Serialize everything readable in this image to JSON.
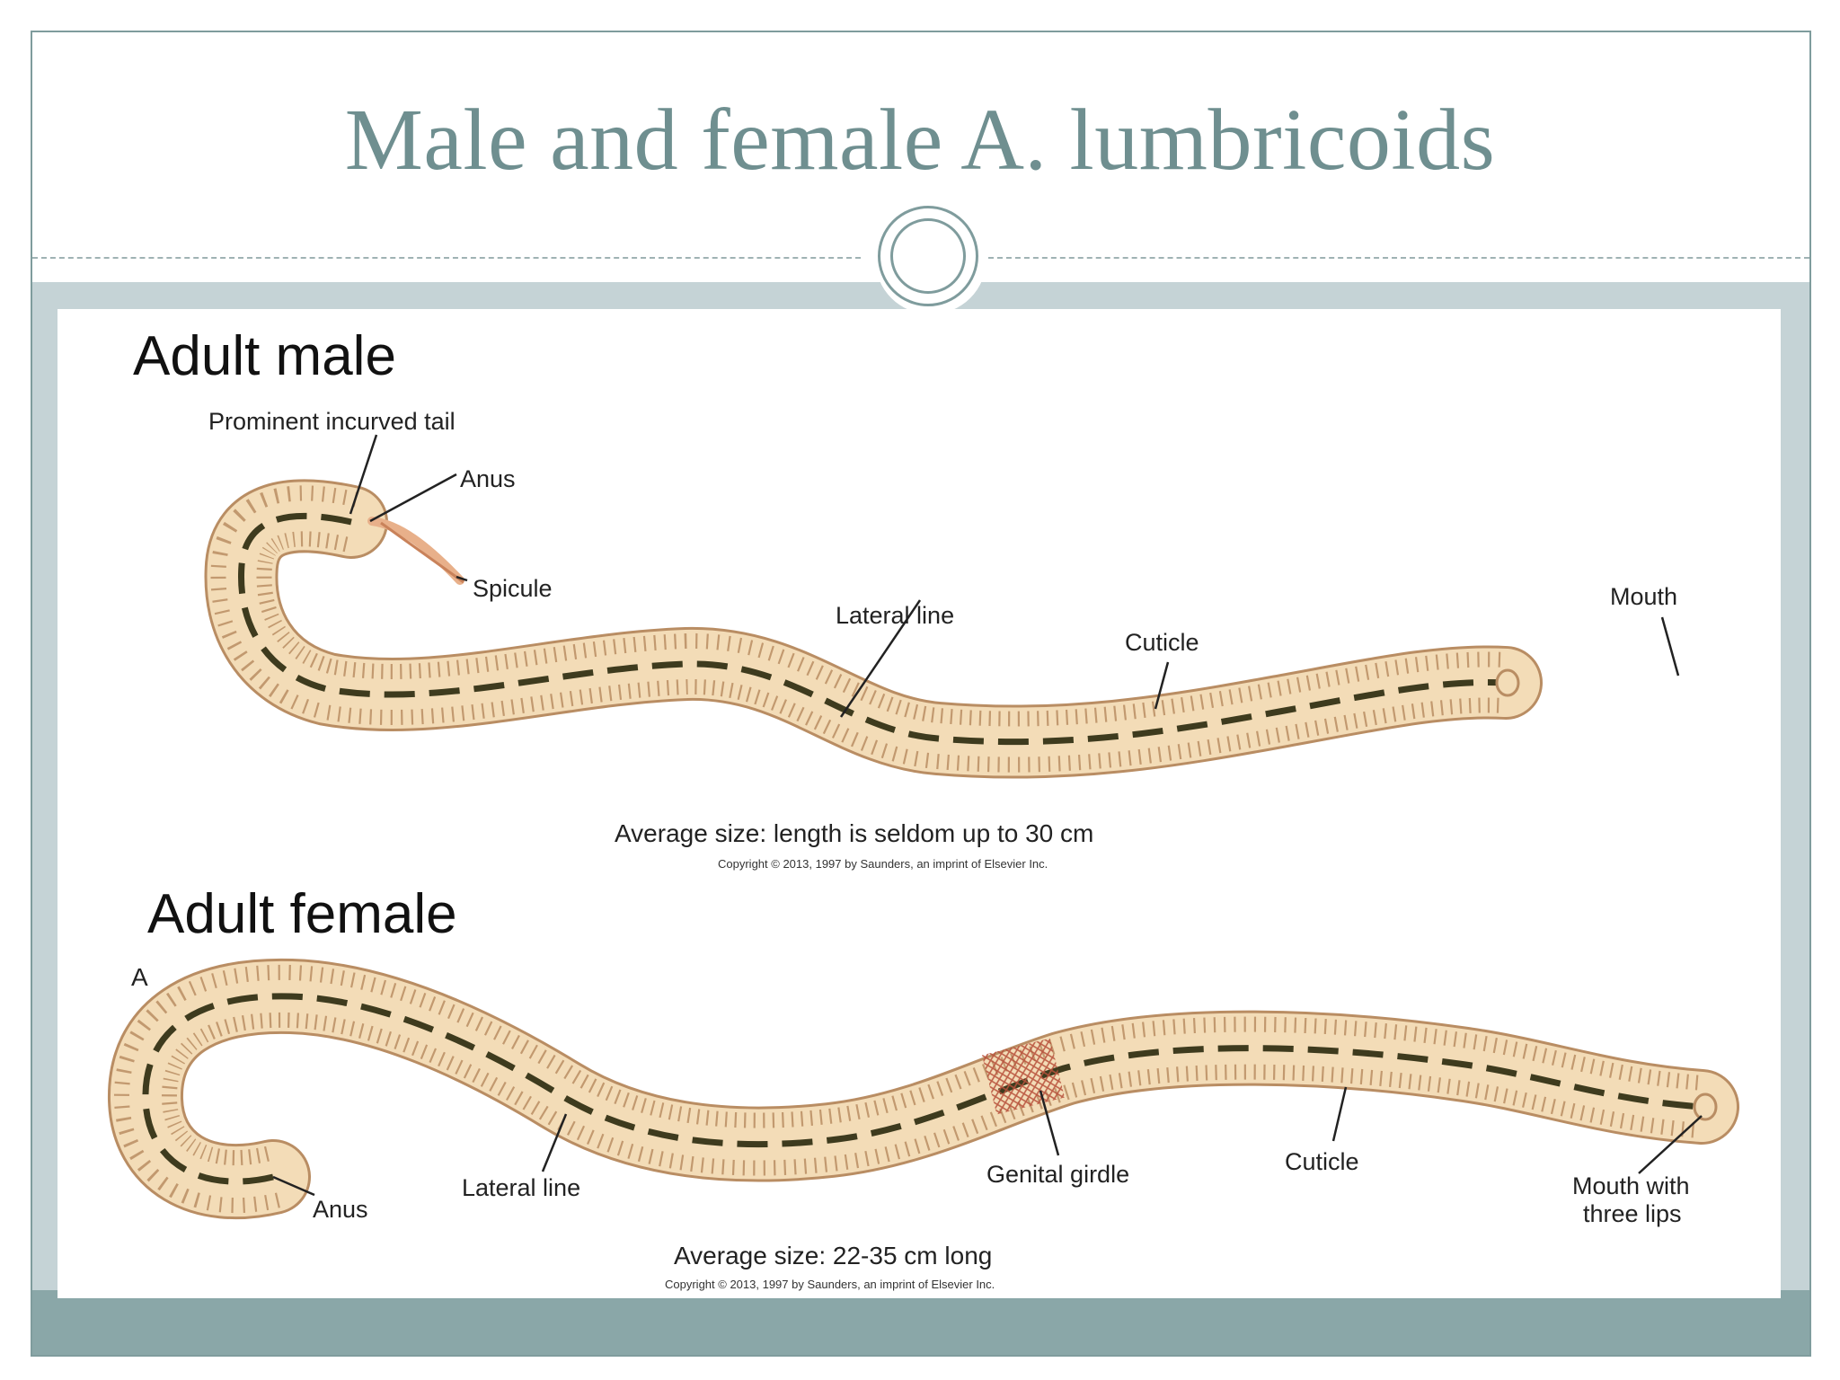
{
  "slide": {
    "title": "Male and female A. lumbricoids"
  },
  "colors": {
    "title": "#6f8f90",
    "frame": "#7f9c9d",
    "band_gray": "#c5d3d6",
    "band_teal": "#8aa7a8",
    "worm_body": "#f3dcb7",
    "worm_outline": "#b98d63",
    "lateral_line": "#3e3b1e",
    "girdle": "#b8523c"
  },
  "figure": {
    "male": {
      "heading": "Adult male",
      "labels": {
        "tail": "Prominent incurved tail",
        "anus": "Anus",
        "spicule": "Spicule",
        "lateral_line": "Lateral line",
        "cuticle": "Cuticle",
        "mouth": "Mouth"
      },
      "size_note": "Average size: length is seldom up to 30 cm",
      "copyright": "Copyright © 2013, 1997 by Saunders, an imprint of Elsevier Inc."
    },
    "female": {
      "heading": "Adult female",
      "panel_letter": "A",
      "labels": {
        "anus": "Anus",
        "lateral_line": "Lateral line",
        "genital_girdle": "Genital girdle",
        "cuticle": "Cuticle",
        "mouth_line1": "Mouth with",
        "mouth_line2": "three lips"
      },
      "size_note": "Average size: 22-35 cm long",
      "copyright": "Copyright © 2013, 1997 by Saunders, an imprint of Elsevier Inc."
    }
  }
}
